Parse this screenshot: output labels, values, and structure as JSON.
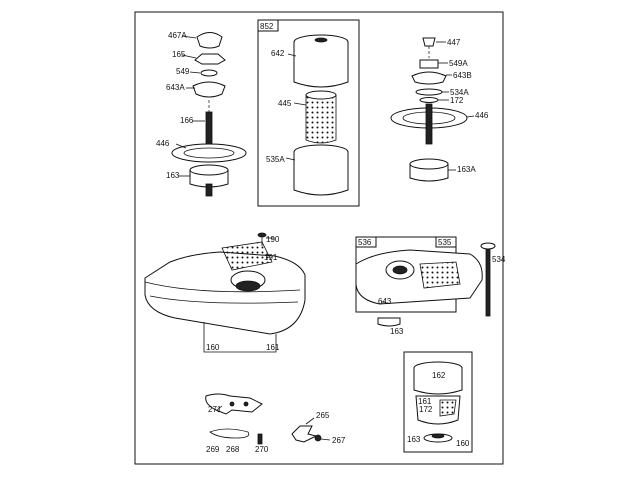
{
  "labels": {
    "p467a": "467A",
    "p165": "165",
    "p549": "549",
    "p643a": "643A",
    "p166": "166",
    "p446l": "446",
    "p163l": "163",
    "p852": "852",
    "p642": "642",
    "p445": "445",
    "p535a": "535A",
    "p447": "447",
    "p549a": "549A",
    "p643b": "643B",
    "p534a": "534A",
    "p172": "172",
    "p446r": "446",
    "p163a": "163A",
    "p190": "190",
    "p191": "191",
    "p160": "160",
    "p161": "161",
    "p536": "536",
    "p535": "535",
    "p534": "534",
    "p643": "643",
    "p163m": "163",
    "p162": "162",
    "p161b": "161",
    "p172b": "172",
    "p163b": "163",
    "p160b": "160",
    "p271": "271",
    "p269": "269",
    "p268": "268",
    "p270": "270",
    "p265": "265",
    "p267": "267"
  }
}
